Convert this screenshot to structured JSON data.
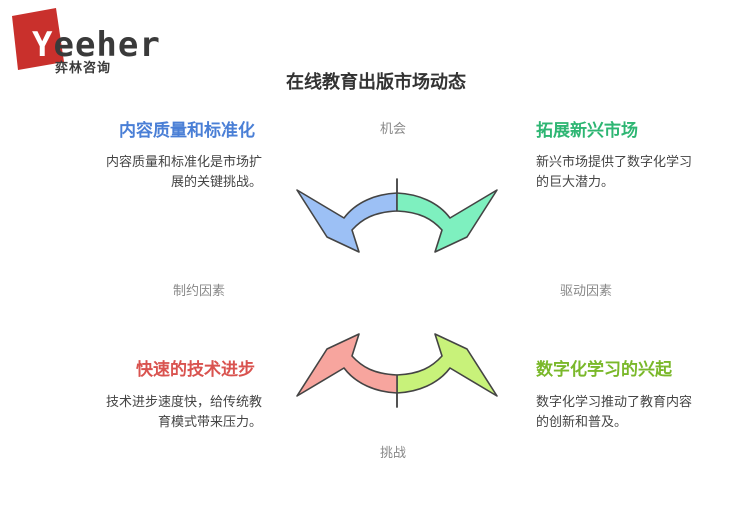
{
  "logo": {
    "wordmark_first": "Y",
    "wordmark_rest": "eeher",
    "subtitle": "弈林咨询",
    "brand_color": "#c9302c"
  },
  "title": "在线教育出版市场动态",
  "axes": {
    "top": "机会",
    "bottom": "挑战",
    "left": "制约因素",
    "right": "驱动因素"
  },
  "quadrants": {
    "top_left": {
      "heading": "内容质量和标准化",
      "desc_line1": "内容质量和标准化是市场扩",
      "desc_line2": "展的关键挑战。",
      "color": "#4a7fd6",
      "fill": "#9cc0f5"
    },
    "top_right": {
      "heading": "拓展新兴市场",
      "desc_line1": "新兴市场提供了数字化学习",
      "desc_line2": "的巨大潜力。",
      "color": "#2eb673",
      "fill": "#7ef0bf"
    },
    "bottom_right": {
      "heading": "数字化学习的兴起",
      "desc_line1": "数字化学习推动了教育内容",
      "desc_line2": "的创新和普及。",
      "color": "#7ab82a",
      "fill": "#c8f27a"
    },
    "bottom_left": {
      "heading": "快速的技术进步",
      "desc_line1": "技术进步速度快，给传统教",
      "desc_line2": "育模式带来压力。",
      "color": "#d9534f",
      "fill": "#f7a59e"
    }
  }
}
